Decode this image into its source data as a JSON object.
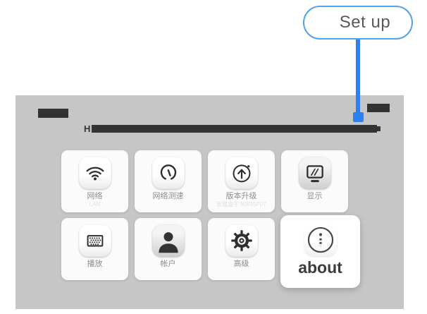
{
  "callout": {
    "label": "Set up"
  },
  "colors": {
    "accent_blue": "#2e80f0",
    "callout_border_blue": "#55a2ec",
    "callout_text": "#58585a",
    "panel_gray": "#c6c6c6",
    "redaction_dark": "#333333",
    "tile_label_gray": "#8e8e8e",
    "about_text": "#3b3b3b"
  },
  "screen": {
    "title_prefix": "H",
    "tiles": [
      {
        "id": "network",
        "label": "网络",
        "sub": "LAN",
        "icon": "wifi-icon"
      },
      {
        "id": "speedtest",
        "label": "网络测速",
        "icon": "gauge-icon"
      },
      {
        "id": "upgrade",
        "label": "版本升级",
        "sub": "安播盒子 80945P07",
        "icon": "upgrade-arrow-icon"
      },
      {
        "id": "display",
        "label": "显示",
        "icon": "monitor-icon"
      },
      {
        "id": "playback",
        "label": "播放",
        "icon": "dot-matrix-icon"
      },
      {
        "id": "account",
        "label": "帐户",
        "icon": "user-icon"
      },
      {
        "id": "advanced",
        "label": "高级",
        "icon": "gear-icon"
      },
      {
        "id": "about",
        "label": "about",
        "icon": "info-icon",
        "focused": true
      }
    ]
  }
}
